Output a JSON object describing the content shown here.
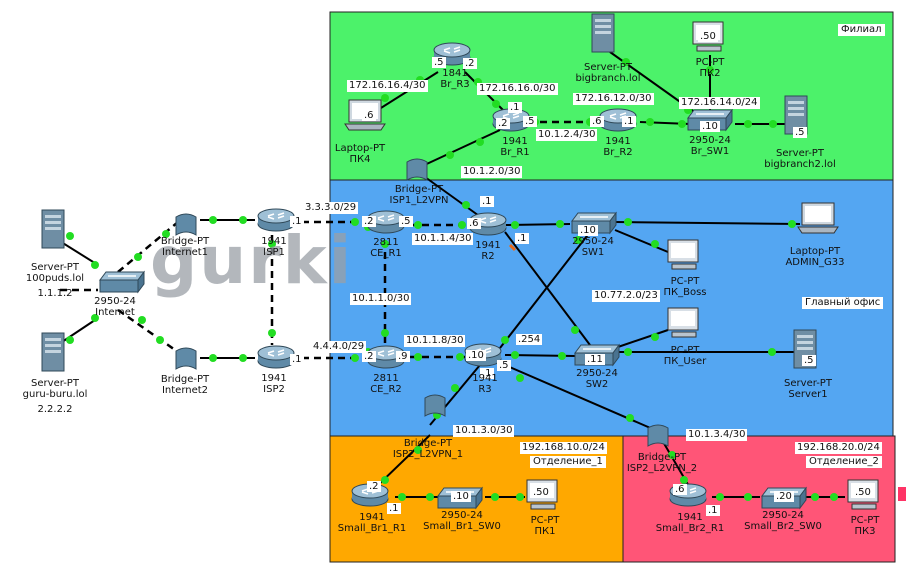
{
  "watermark": "gurki",
  "colors": {
    "zone_branch": "#4cf26a",
    "zone_main": "#54a6f2",
    "zone_b1": "#ffa800",
    "zone_b2": "#ff5577",
    "link": "#000000",
    "port_up": "#22dd22"
  },
  "zones": {
    "branch": {
      "title": "Филиал"
    },
    "main": {
      "title": "Главный офис"
    },
    "b1": {
      "title": "Отделение_1",
      "net": "192.168.10.0/24"
    },
    "b2": {
      "title": "Отделение_2",
      "net": "192.168.20.0/24"
    }
  },
  "devices": {
    "srv100": {
      "type": "Server-PT",
      "name": "100puds.lol",
      "extra": "1.1.1.2"
    },
    "srvguru": {
      "type": "Server-PT",
      "name": "guru-buru.lol",
      "extra": "2.2.2.2"
    },
    "sw_internet": {
      "type": "2950-24",
      "name": "Internet"
    },
    "br_inet1": {
      "type": "Bridge-PT",
      "name": "Internet1"
    },
    "br_inet2": {
      "type": "Bridge-PT",
      "name": "Internet2"
    },
    "isp1": {
      "type": "1941",
      "name": "ISP1"
    },
    "isp2": {
      "type": "1941",
      "name": "ISP2"
    },
    "ce_r1": {
      "type": "2811",
      "name": "CE_R1"
    },
    "ce_r2": {
      "type": "2811",
      "name": "CE_R2"
    },
    "r2": {
      "type": "1941",
      "name": "R2"
    },
    "r3": {
      "type": "1941",
      "name": "R3"
    },
    "sw1": {
      "type": "2950-24",
      "name": "SW1"
    },
    "sw2": {
      "type": "2950-24",
      "name": "SW2"
    },
    "laptop_admin": {
      "type": "Laptop-PT",
      "name": "ADMIN_G33"
    },
    "pc_boss": {
      "type": "PC-PT",
      "name": "ПК_Boss"
    },
    "pc_user": {
      "type": "PC-PT",
      "name": "ПК_User"
    },
    "server1": {
      "type": "Server-PT",
      "name": "Server1"
    },
    "br_isp1vpn": {
      "type": "Bridge-PT",
      "name": "ISP1_L2VPN"
    },
    "br_isp2vpn1": {
      "type": "Bridge-PT",
      "name": "ISP2_L2VPN_1"
    },
    "br_isp2vpn2": {
      "type": "Bridge-PT",
      "name": "ISP2_L2VPN_2"
    },
    "br_r1": {
      "type": "1941",
      "name": "Br_R1"
    },
    "br_r2": {
      "type": "1941",
      "name": "Br_R2"
    },
    "br_r3": {
      "type": "1841",
      "name": "Br_R3"
    },
    "br_sw1": {
      "type": "2950-24",
      "name": "Br_SW1"
    },
    "laptop_pk4": {
      "type": "Laptop-PT",
      "name": "ПК4"
    },
    "pc_pk2": {
      "type": "PC-PT",
      "name": "ПК2"
    },
    "srv_bigbranch": {
      "type": "Server-PT",
      "name": "bigbranch.lol"
    },
    "srv_bigbranch2": {
      "type": "Server-PT",
      "name": "bigbranch2.lol"
    },
    "small_br1_r1": {
      "type": "1941",
      "name": "Small_Br1_R1"
    },
    "small_br1_sw0": {
      "type": "2950-24",
      "name": "Small_Br1_SW0"
    },
    "pc_pk1": {
      "type": "PC-PT",
      "name": "ПК1"
    },
    "small_br2_r1": {
      "type": "1941",
      "name": "Small_Br2_R1"
    },
    "small_br2_sw0": {
      "type": "2950-24",
      "name": "Small_Br2_SW0"
    },
    "pc_pk3": {
      "type": "PC-PT",
      "name": "ПК3"
    }
  },
  "networks": {
    "n_3330": "3.3.3.0/29",
    "n_4440": "4.4.4.0/29",
    "n_10114": "10.1.1.4/30",
    "n_10110": "10.1.1.0/30",
    "n_10118": "10.1.1.8/30",
    "n_10120": "10.1.2.0/30",
    "n_10124": "10.1.2.4/30",
    "n_10130": "10.1.3.0/30",
    "n_10134": "10.1.3.4/30",
    "n_107720": "10.77.2.0/23",
    "n_172164": "172.16.16.4/30",
    "n_172160": "172.16.16.0/30",
    "n_172120": "172.16.12.0/30",
    "n_172140": "172.16.14.0/24"
  },
  "ports": {
    "isp1_1": ".1",
    "isp2_1": ".1",
    "cer1_2": ".2",
    "cer1_5": ".5",
    "cer2_2": ".2",
    "cer2_9": ".9",
    "r2_6": ".6",
    "r2_1a": ".1",
    "r2_1b": ".1",
    "r3_10": ".10",
    "r3_254": ".254",
    "r3_1": ".1",
    "r3_5": ".5",
    "sw1_10": ".10",
    "sw2_11": ".11",
    "srv1_5": ".5",
    "brr3_5": ".5",
    "brr3_2": ".2",
    "brr1_1": ".1",
    "brr1_2": ".2",
    "brr1_5": ".5",
    "brr2_6": ".6",
    "brr2_1": ".1",
    "brsw1_10": ".10",
    "srvbb2_5": ".5",
    "pk2_50": ".50",
    "pk4_6": ".6",
    "sb1r1_2": ".2",
    "sb1r1_1": ".1",
    "sb1sw_10": ".10",
    "pk1_50": ".50",
    "sb2r1_6": ".6",
    "sb2r1_1": ".1",
    "sb2sw_20": ".20",
    "pk3_50": ".50"
  }
}
